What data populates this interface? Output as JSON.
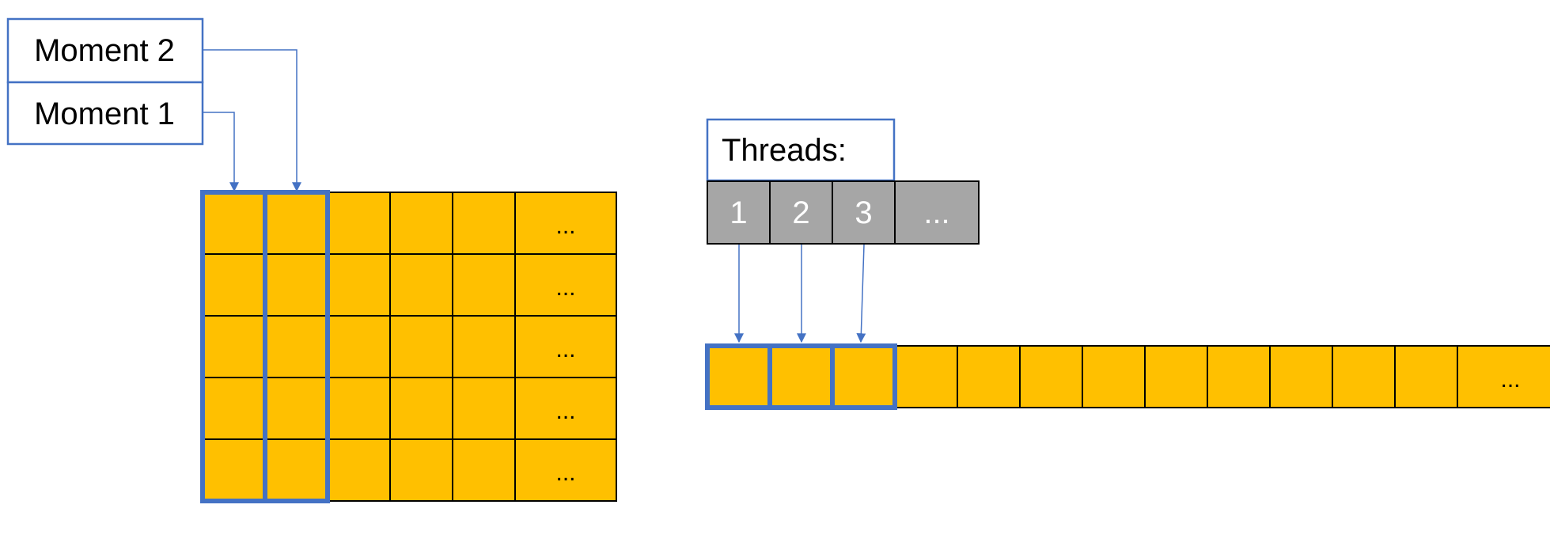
{
  "colors": {
    "cell_fill": "#FFC000",
    "cell_border": "#000000",
    "highlight": "#4472C4",
    "thread_fill": "#A6A6A6",
    "thread_text": "#FFFFFF",
    "text": "#000000"
  },
  "labels": {
    "moment_2": "Moment 2",
    "moment_1": "Moment 1",
    "threads": "Threads:"
  },
  "matrix": {
    "rows": 5,
    "full_cols": 5,
    "ellipsis": "..."
  },
  "threads": {
    "items": [
      "1",
      "2",
      "3",
      "..."
    ]
  },
  "array": {
    "cells": 12,
    "highlighted": 3,
    "ellipsis": "..."
  }
}
